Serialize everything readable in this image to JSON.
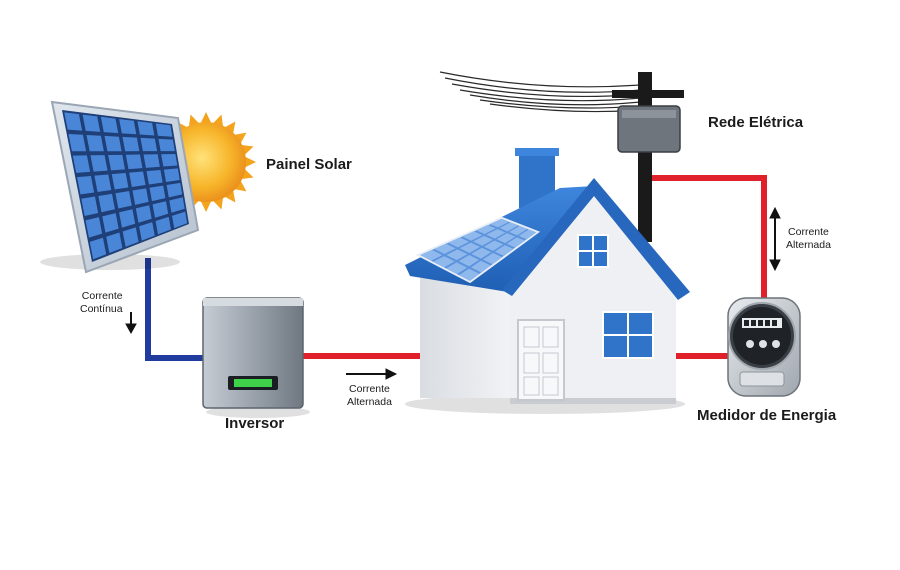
{
  "labels": {
    "solar_panel": "Painel Solar",
    "inverter": "Inversor",
    "grid": "Rede Elétrica",
    "meter": "Medidor de Energia"
  },
  "currents": {
    "dc": {
      "line1": "Corrente",
      "line2": "Contínua"
    },
    "ac_house": {
      "line1": "Corrente",
      "line2": "Alternada"
    },
    "ac_grid": {
      "line1": "Corrente",
      "line2": "Alternada"
    }
  },
  "colors": {
    "dc_wire": "#1f3c9e",
    "ac_wire": "#e0202a",
    "roof": "#2f74c9",
    "panel_cell": "#4a86d8",
    "sun": "#f3a31c",
    "inverter_body": "#8b929b",
    "inverter_display": "#3fd14a",
    "pole": "#1a1a1a"
  }
}
